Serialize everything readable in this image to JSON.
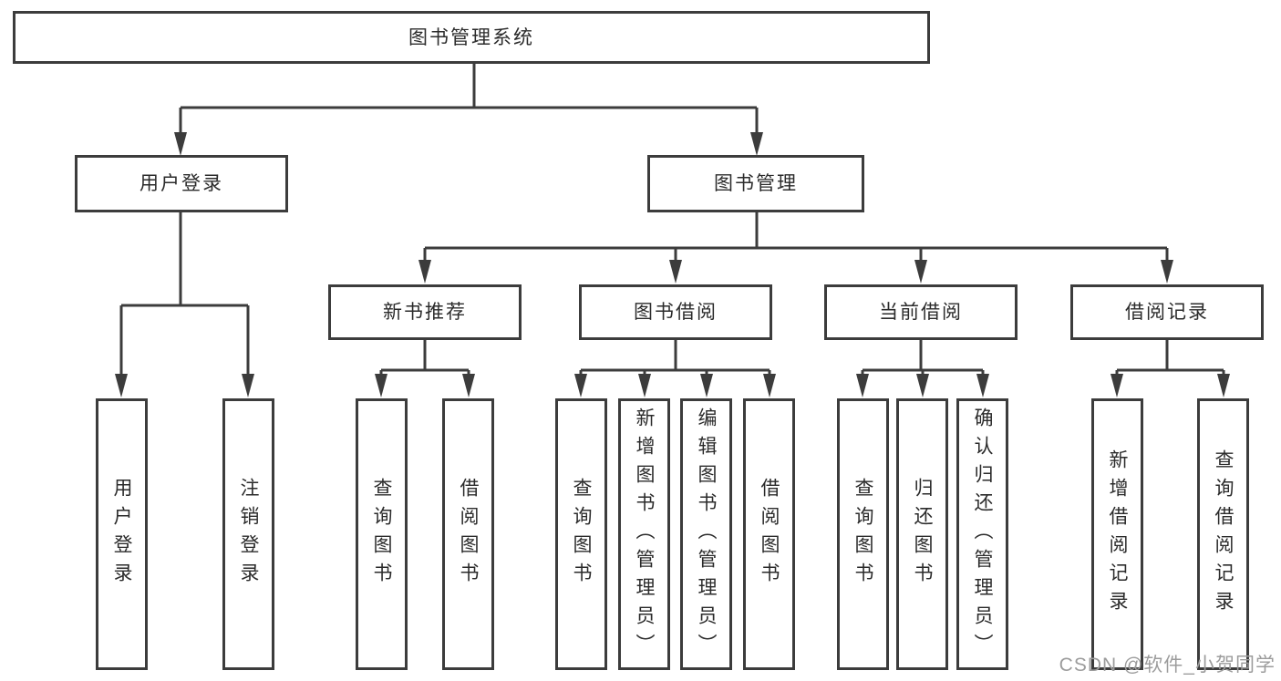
{
  "diagram": {
    "root": {
      "label": "图书管理系统"
    },
    "level2": [
      {
        "label": "用户登录"
      },
      {
        "label": "图书管理"
      }
    ],
    "level3": [
      {
        "label": "新书推荐"
      },
      {
        "label": "图书借阅"
      },
      {
        "label": "当前借阅"
      },
      {
        "label": "借阅记录"
      }
    ],
    "leaf_groups": [
      {
        "items": [
          "用户登录",
          "注销登录"
        ]
      },
      {
        "items": [
          "查询图书",
          "借阅图书"
        ]
      },
      {
        "items": [
          "查询图书",
          "新增图书（管理员）",
          "编辑图书（管理员）",
          "借阅图书"
        ]
      },
      {
        "items": [
          "查询图书",
          "归还图书",
          "确认归还（管理员）"
        ]
      },
      {
        "items": [
          "新增借阅记录",
          "查询借阅记录"
        ]
      }
    ]
  },
  "watermark": {
    "text": "CSDN @软件_小贺同学"
  },
  "colors": {
    "line": "#3c3c3c",
    "text": "#2b2b2b",
    "watermark": "#9c9c9c",
    "background": "#ffffff"
  }
}
